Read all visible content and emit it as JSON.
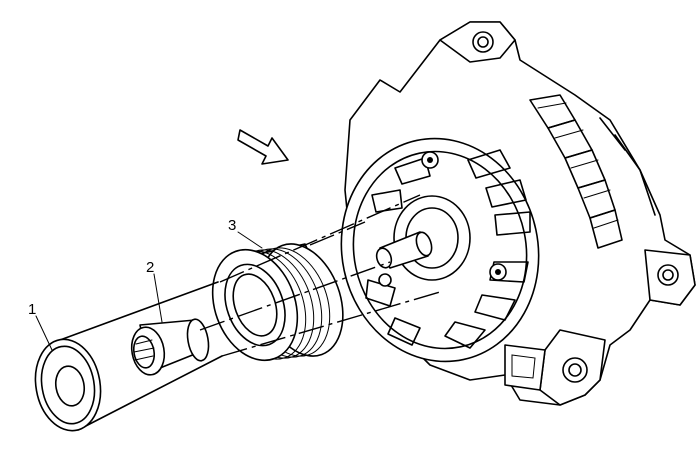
{
  "diagram": {
    "callouts": [
      {
        "id": "1",
        "label": "1"
      },
      {
        "id": "2",
        "label": "2"
      },
      {
        "id": "3",
        "label": "3"
      }
    ],
    "arrow": {
      "icon": "direction-arrow-icon"
    },
    "colors": {
      "line": "#000000",
      "background": "#ffffff"
    }
  }
}
